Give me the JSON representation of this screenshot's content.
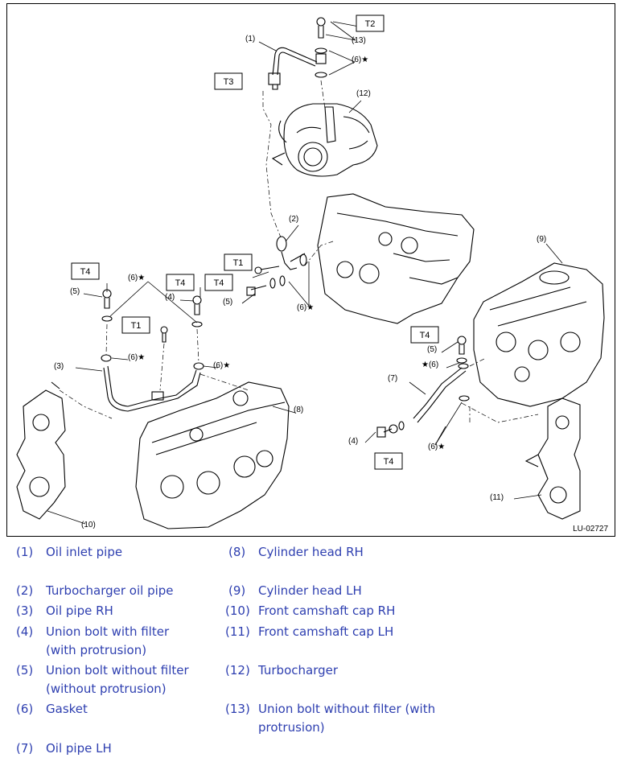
{
  "figure": {
    "code": "LU-02727",
    "torque_labels": [
      "T2",
      "T3",
      "T1",
      "T4",
      "T4",
      "T4",
      "T1",
      "T4",
      "T4"
    ],
    "callouts": [
      "(1)",
      "(13)",
      "(6)★",
      "(12)",
      "(2)",
      "(6)★",
      "(5)",
      "(4)",
      "(6)★",
      "(3)",
      "(6)★",
      "(6)★",
      "(8)",
      "(9)",
      "(5)",
      "★(6)",
      "(7)",
      "(6)★",
      "(4)",
      "(11)",
      "(10)",
      "(5)"
    ]
  },
  "legend": {
    "left": [
      {
        "num": "(1)",
        "text": "Oil inlet pipe"
      },
      {
        "num": "(2)",
        "text": "Turbocharger oil pipe"
      },
      {
        "num": "(3)",
        "text": "Oil pipe RH"
      },
      {
        "num": "(4)",
        "text": "Union bolt with filter (with protrusion)"
      },
      {
        "num": "(5)",
        "text": "Union bolt without filter (without protrusion)"
      },
      {
        "num": "(6)",
        "text": "Gasket"
      },
      {
        "num": "(7)",
        "text": "Oil pipe LH"
      }
    ],
    "right": [
      {
        "num": "(8)",
        "text": "Cylinder head RH"
      },
      {
        "num": "(9)",
        "text": "Cylinder head LH"
      },
      {
        "num": "(10)",
        "text": "Front camshaft cap RH"
      },
      {
        "num": "(11)",
        "text": "Front camshaft cap LH"
      },
      {
        "num": "(12)",
        "text": "Turbocharger"
      },
      {
        "num": "(13)",
        "text": "Union bolt without filter (with protrusion)"
      }
    ]
  }
}
